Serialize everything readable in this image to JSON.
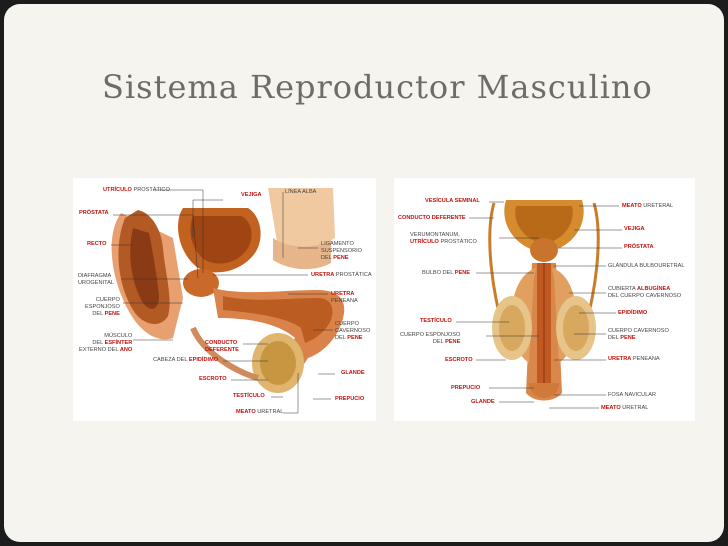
{
  "slide": {
    "title": "Sistema Reproductor Masculino"
  },
  "left_diagram": {
    "labels": {
      "utriculo": {
        "red": "UTRÍCULO",
        "rest": " PROSTÁTICO"
      },
      "vejiga": {
        "red": "VEJIGA"
      },
      "linea_alba": {
        "rest": "LÍNEA ALBA"
      },
      "prostata": {
        "red": "PRÓSTATA"
      },
      "recto": {
        "red": "RECTO"
      },
      "ligamento": {
        "l1": "LIGAMENTO",
        "l2": "SUSPENSORIO",
        "l3pre": "DEL ",
        "l3red": "PENE"
      },
      "diafragma": {
        "l1": "DIAFRAGMA",
        "l2": "UROGENITAL"
      },
      "uretra_prost": {
        "red": "URETRA",
        "rest": " PROSTÁTICA"
      },
      "cuerpo_esp": {
        "l1": "CUERPO",
        "l2": "ESPONJOSO",
        "l3pre": "DEL ",
        "l3red": "PENE"
      },
      "uretra_peneana": {
        "l1red": "URETRA",
        "l2": "PENEANA"
      },
      "musculo": {
        "l1": "MÚSCULO",
        "l2pre": "DEL ",
        "l2red": "ESFÍNTER",
        "l3pre": "EXTERNO DEL ",
        "l3red": "ANO"
      },
      "cuerpo_cav": {
        "l1": "CUERPO",
        "l2": "CAVERNOSO",
        "l3pre": "DEL ",
        "l3red": "PENE"
      },
      "conducto_def": {
        "l1": "CONDUCTO",
        "l2": "DEFERENTE"
      },
      "cabeza_epi": {
        "pre": "CABEZA DEL ",
        "red": "EPIDÍDIMO"
      },
      "glande": {
        "red": "GLANDE"
      },
      "escroto": {
        "red": "ESCROTO"
      },
      "testiculo": {
        "red": "TESTÍCULO"
      },
      "prepucio": {
        "red": "PREPUCIO"
      },
      "meato": {
        "red": "MEATO",
        "rest": " URETRAL"
      }
    }
  },
  "right_diagram": {
    "labels": {
      "vesicula": {
        "red": "VESÍCULA SEMINAL"
      },
      "meato_ur": {
        "red": "MEATO",
        "rest": " URETERAL"
      },
      "conducto_def": {
        "red": "CONDUCTO DEFERENTE"
      },
      "vejiga": {
        "red": "VEJIGA"
      },
      "verumontanum": {
        "l1": "VERUMONTANUM,",
        "l2red": "UTRÍCULO",
        "l2rest": " PROSTÁTICO"
      },
      "prostata": {
        "red": "PRÓSTATA"
      },
      "bulbo": {
        "pre": "BULBO DEL ",
        "red": "PENE"
      },
      "glandula": {
        "rest": "GLÁNDULA BULBOURETRAL"
      },
      "cubierta": {
        "l1pre": "CUBIERTA ",
        "l1red": "ALBUGÍNEA",
        "l2": "DEL CUERPO CAVERNOSO"
      },
      "testiculo": {
        "red": "TESTÍCULO"
      },
      "epididimo": {
        "red": "EPIDÍDIMO"
      },
      "cuerpo_esp": {
        "l1": "CUERPO ESPONJOSO",
        "l2pre": "DEL ",
        "l2red": "PENE"
      },
      "cuerpo_cav": {
        "l1": "CUERPO CAVERNOSO",
        "l2pre": "DEL ",
        "l2red": "PENE"
      },
      "escroto": {
        "red": "ESCROTO"
      },
      "uretra_pen": {
        "red": "URETRA",
        "rest": " PENEANA"
      },
      "prepucio": {
        "red": "PREPUCIO"
      },
      "fosa": {
        "rest": "FOSA NAVICULAR"
      },
      "glande": {
        "red": "GLANDE"
      },
      "meato_uretral": {
        "red": "MEATO",
        "rest": " URETRAL"
      }
    }
  }
}
